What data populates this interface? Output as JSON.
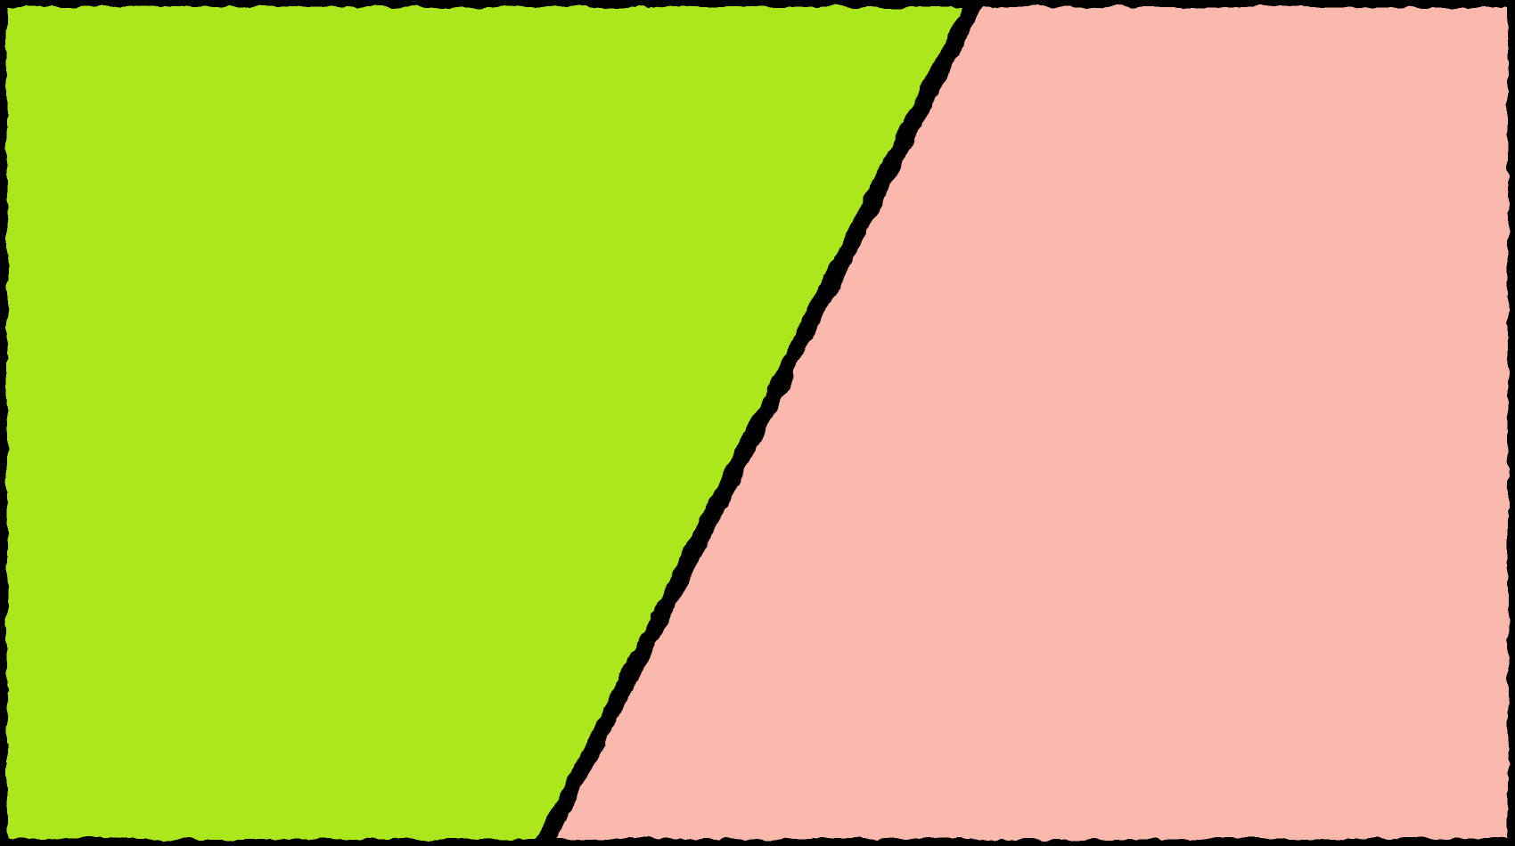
{
  "colors": {
    "background": "#000000",
    "left_panel": "#abe71f",
    "right_panel": "#fbb8ad",
    "divider": "#000000"
  },
  "panels": [
    {
      "name": "left-panel",
      "color_key": "left_panel"
    },
    {
      "name": "right-panel",
      "color_key": "right_panel"
    }
  ]
}
